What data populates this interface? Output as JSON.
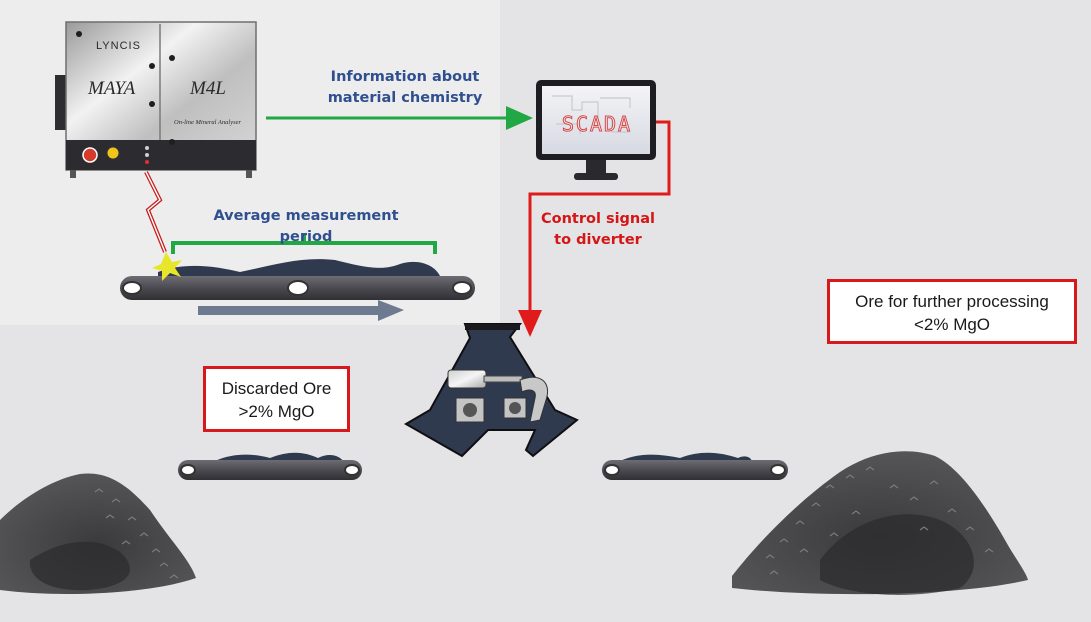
{
  "analyzer": {
    "brand": "LYNCIS",
    "model_left": "MAYA",
    "model_right": "M4L",
    "subtitle": "On-line Mineral Analyser"
  },
  "scada": {
    "screen_text": "SCADA"
  },
  "labels": {
    "info_line1": "Information about",
    "info_line2": "material chemistry",
    "period": "Average measurement period",
    "control_line1": "Control signal",
    "control_line2": "to diverter"
  },
  "boxes": {
    "discarded_line1": "Discarded Ore",
    "discarded_line2": ">2% MgO",
    "further_line1": "Ore for further processing",
    "further_line2": "<2% MgO"
  },
  "colors": {
    "info_arrow": "#21a844",
    "control_arrow": "#e01b1b",
    "blue_text": "#2f4f8f",
    "red_text": "#d41616",
    "box_border": "#d7191c"
  }
}
